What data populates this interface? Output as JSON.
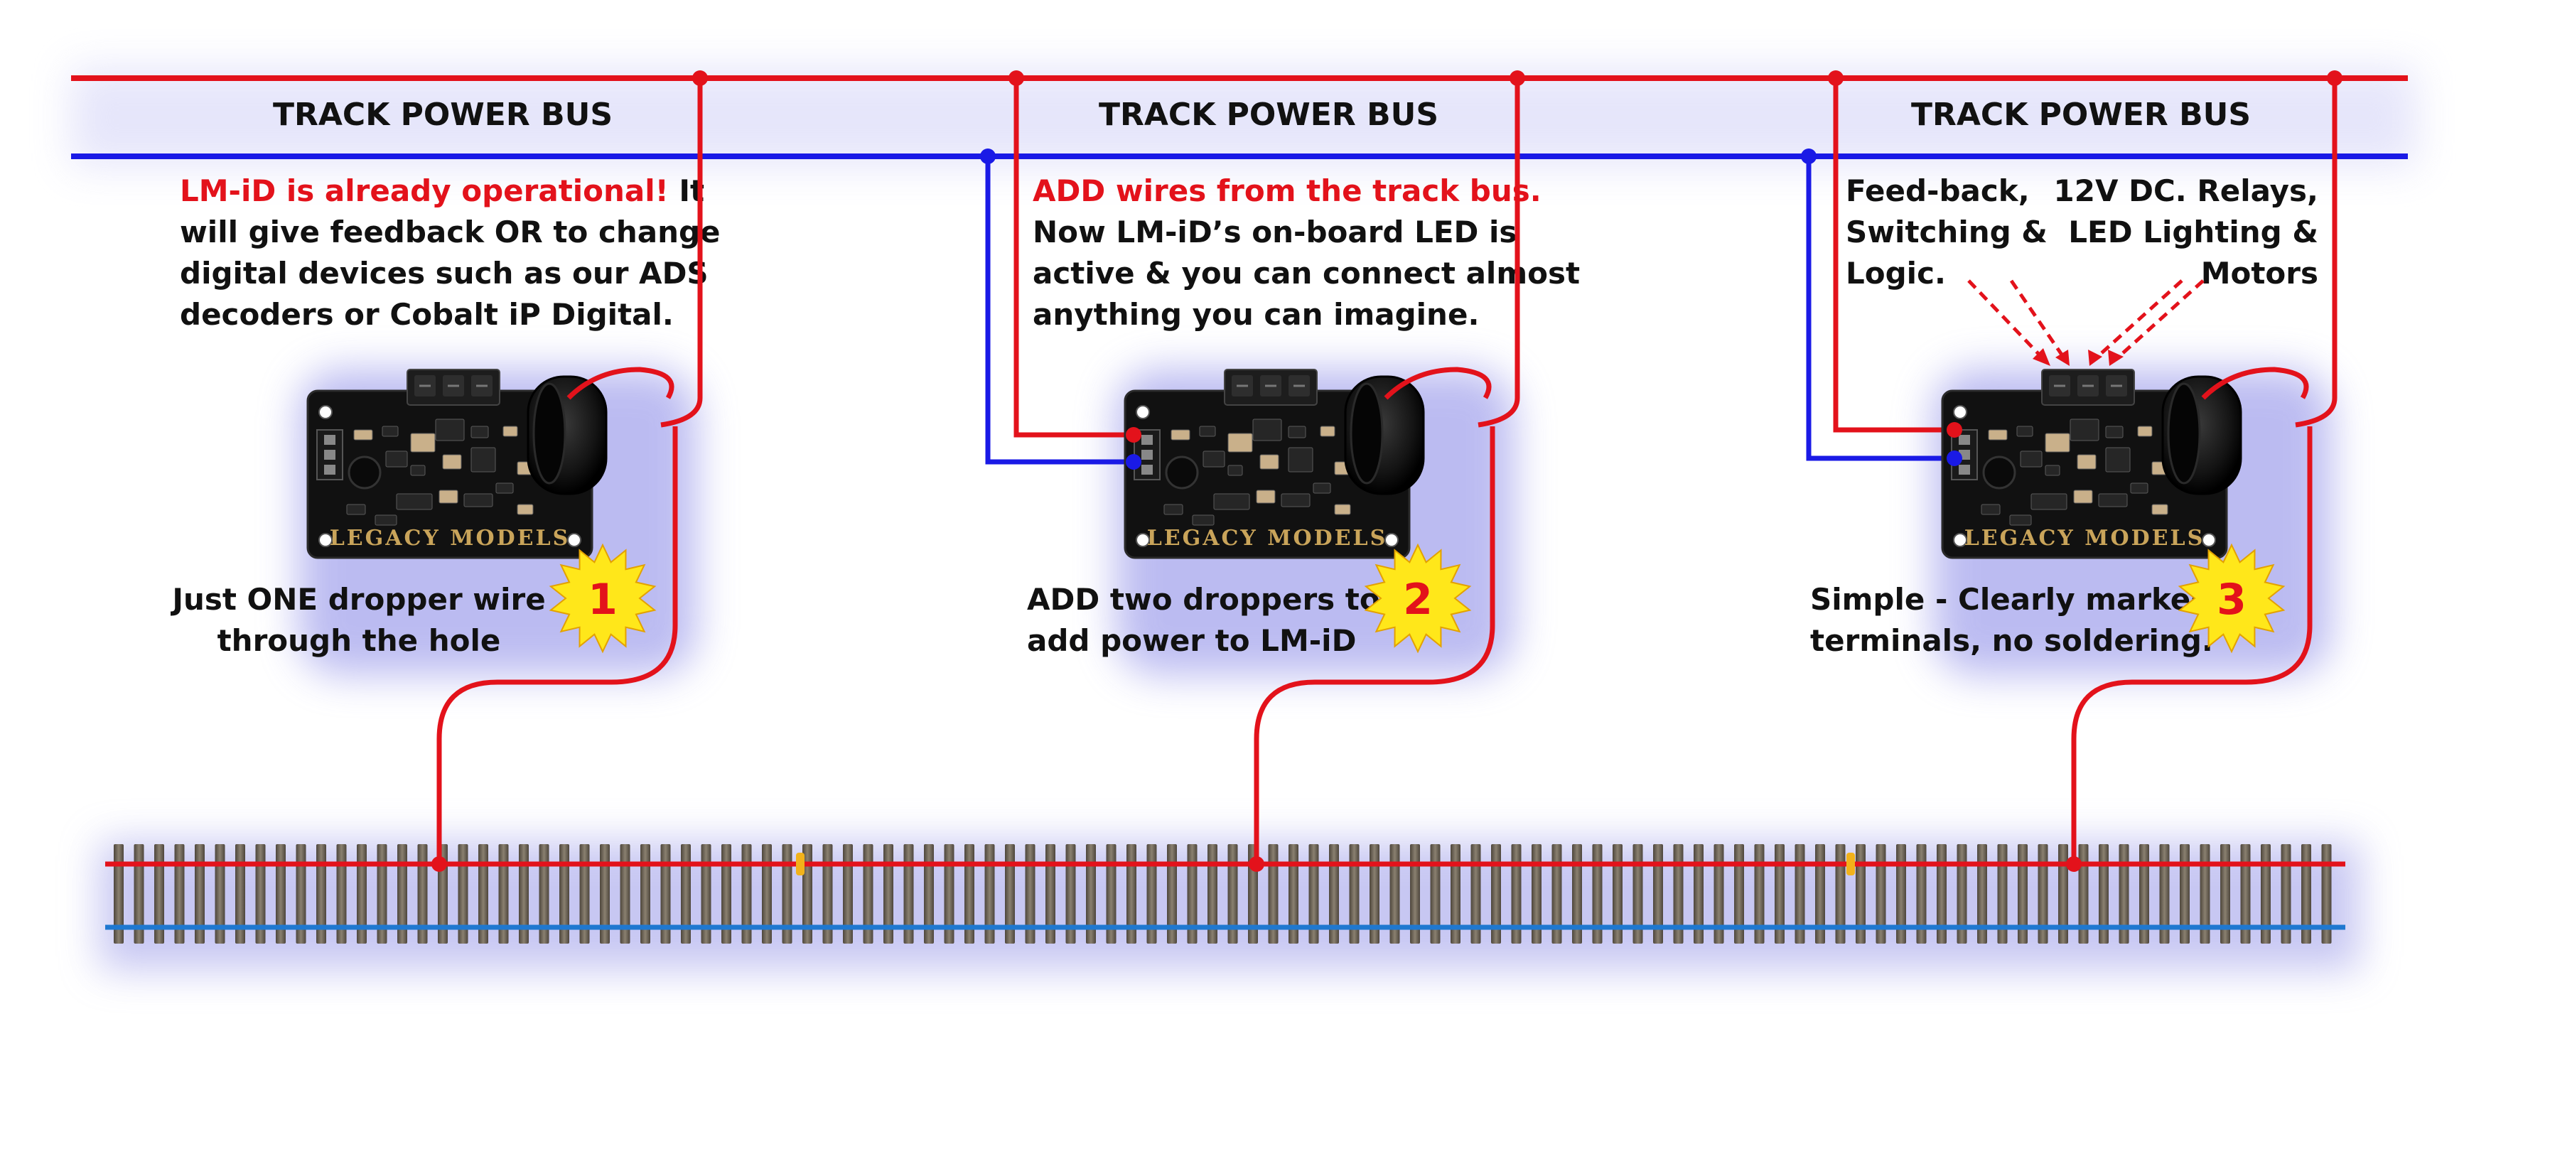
{
  "colors": {
    "red_wire": "#e3121b",
    "blue_wire": "#1a1ae6",
    "track_blue": "#1f78d0",
    "tie": "#6d6455",
    "board": "#111111",
    "badge_fill": "#ffe71a",
    "badge_text": "#e3121b",
    "shadow": "#8f8fe8"
  },
  "bus_labels": [
    "TRACK POWER BUS",
    "TRACK POWER BUS",
    "TRACK POWER BUS"
  ],
  "panels": [
    {
      "number": "1",
      "description_red": "LM-iD is already operational!",
      "description_rest": " It",
      "description_lines": [
        "will give feedback OR to change",
        "digital devices such as our ADS",
        "decoders or Cobalt iP Digital."
      ],
      "board_label": "LEGACY MODELS",
      "caption_lines": [
        "Just ONE dropper wire",
        "through the hole"
      ]
    },
    {
      "number": "2",
      "description_red": "ADD wires from the track bus.",
      "description_rest": "",
      "description_lines": [
        "Now LM-iD’s on-board LED is",
        "active & you can connect almost",
        "anything you can imagine."
      ],
      "board_label": "LEGACY MODELS",
      "caption_lines": [
        "ADD two droppers to",
        "add power to LM-iD"
      ]
    },
    {
      "number": "3",
      "note_left": [
        "Feed-back,",
        "Switching &",
        "Logic."
      ],
      "note_right": [
        "12V DC. Relays,",
        "LED Lighting &",
        "Motors"
      ],
      "board_label": "LEGACY MODELS",
      "caption_lines": [
        "Simple - Clearly marked",
        "terminals, no soldering."
      ]
    }
  ]
}
